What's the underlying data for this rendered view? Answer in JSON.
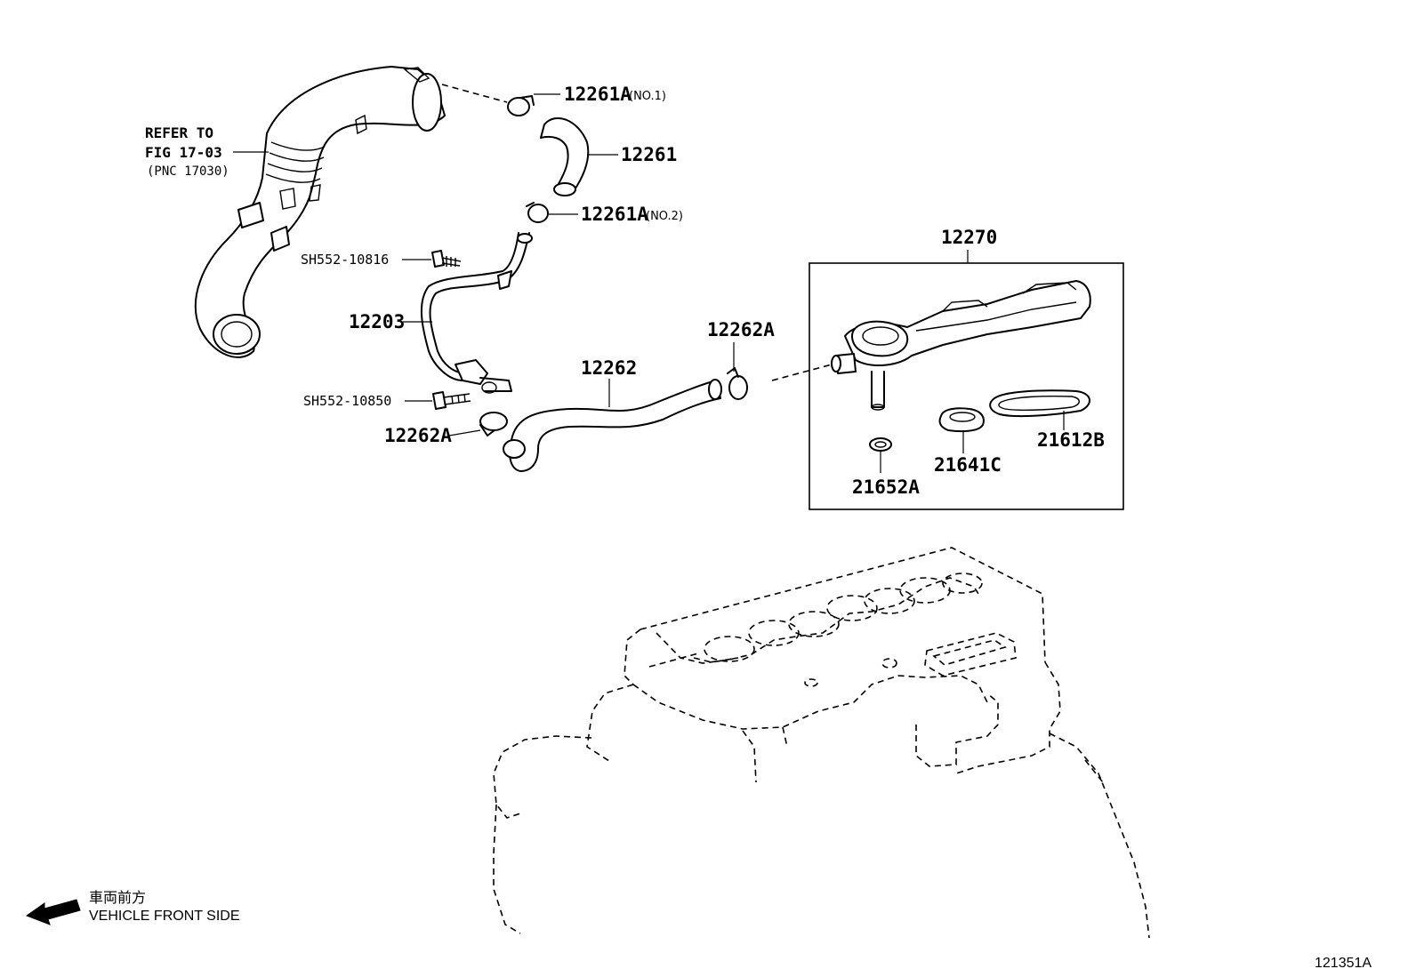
{
  "refer": {
    "line1": "REFER TO",
    "line2": "FIG 17-03",
    "line3": "(PNC 17030)"
  },
  "labels": {
    "clamp_no1": "12261A",
    "clamp_no1_sub": "(NO.1)",
    "hose_12261": "12261",
    "clamp_no2": "12261A",
    "clamp_no2_sub": "(NO.2)",
    "bolt_10816": "SH552-10816",
    "pipe_12203": "12203",
    "bolt_10850": "SH552-10850",
    "clamp_12262a_lower": "12262A",
    "hose_12262": "12262",
    "clamp_12262a_upper": "12262A",
    "assy_12270": "12270",
    "gasket_21612b": "21612B",
    "seal_21641c": "21641C",
    "ring_21652a": "21652A"
  },
  "front": {
    "jp": "車両前方",
    "en": "VEHICLE FRONT SIDE"
  },
  "figure_code": "121351A"
}
